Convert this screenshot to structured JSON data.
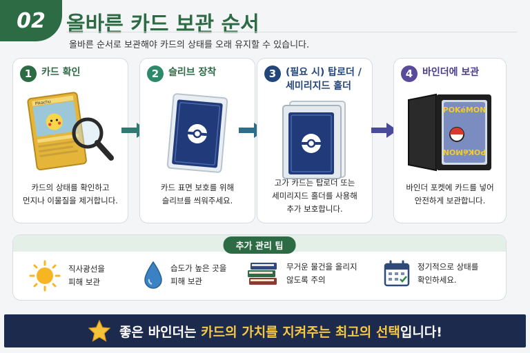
{
  "header": {
    "badge": "02",
    "title": "올바른 카드 보관 순서",
    "subtitle": "올바른 순서로 보관해야 카드의 상태를 오래 유지할 수 있습니다."
  },
  "steps": [
    {
      "number": "1",
      "title": "카드 확인",
      "desc1": "카드의 상태를 확인하고",
      "desc2": "먼지나 이물질을 제거합니다.",
      "desc3": "",
      "color": "#2c6b43",
      "card_name": "Pikachu"
    },
    {
      "number": "2",
      "title": "슬리브 장착",
      "desc1": "카드 표면 보호를 위해",
      "desc2": "슬리브를 씌워주세요.",
      "desc3": "",
      "color": "#2c8a6a"
    },
    {
      "number": "3",
      "title": "(필요 시) 탑로더 /",
      "title2": "세미리지드 홀더",
      "desc1": "고가 카드는 탑로더 또는",
      "desc2": "세미리지드 홀더를 사용해",
      "desc3": "추가 보호합니다.",
      "color": "#23467a"
    },
    {
      "number": "4",
      "title": "바인더에 보관",
      "desc1": "바인더 포켓에 카드를 넣어",
      "desc2": "안전하게 보관합니다.",
      "desc3": "",
      "color": "#5a4a9c",
      "logo": "POKéMON"
    }
  ],
  "tips": {
    "label": "추가 관리 팁",
    "items": [
      {
        "line1": "직사광선을",
        "line2": "피해 보관",
        "icon": "sun-icon"
      },
      {
        "line1": "습도가 높은 곳을",
        "line2": "피해 보관",
        "icon": "water-drop-icon"
      },
      {
        "line1": "무거운 물건을 올리지",
        "line2": "않도록 주의",
        "icon": "books-icon"
      },
      {
        "line1": "정기적으로 상태를",
        "line2": "확인하세요.",
        "icon": "calendar-icon"
      }
    ]
  },
  "footer": {
    "part1": "좋은 바인더는 ",
    "highlight": "카드의 가치를 지켜주는 최고의 선택",
    "part2": "입니다!"
  }
}
